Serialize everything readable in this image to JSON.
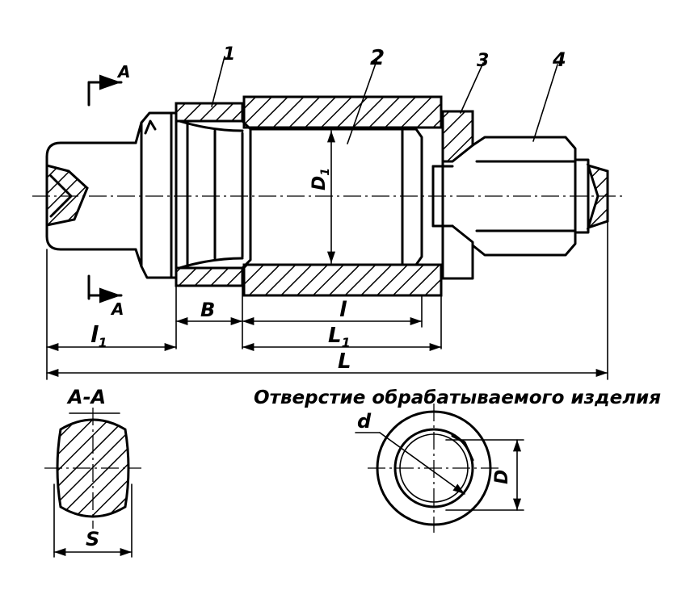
{
  "labels": {
    "pos1": "1",
    "pos2": "2",
    "pos3": "3",
    "pos4": "4",
    "section_top": "A",
    "section_bottom": "A",
    "section_title": "A-A",
    "hole_caption": "Отверстие обрабатываемого изделия"
  },
  "dimensions": {
    "B": "B",
    "l": "l",
    "l1_main": "l",
    "l1_sub": "1",
    "L1_main": "L",
    "L1_sub": "1",
    "L": "L",
    "D1_main": "D",
    "D1_sub": "1",
    "S": "S",
    "d": "d",
    "D": "D"
  }
}
